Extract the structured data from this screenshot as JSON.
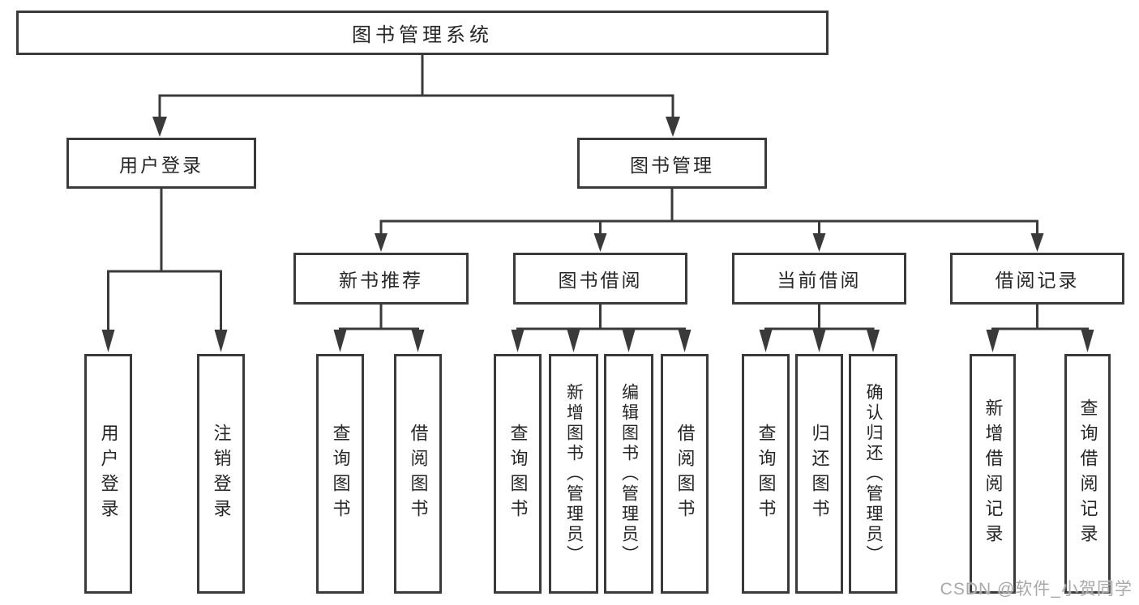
{
  "tree": {
    "label": "图书管理系统",
    "children": [
      {
        "label": "用户登录",
        "children": [
          {
            "label": "用户登录"
          },
          {
            "label": "注销登录"
          }
        ]
      },
      {
        "label": "图书管理",
        "children": [
          {
            "label": "新书推荐",
            "children": [
              {
                "label": "查询图书"
              },
              {
                "label": "借阅图书"
              }
            ]
          },
          {
            "label": "图书借阅",
            "children": [
              {
                "label": "查询图书"
              },
              {
                "label": "新增图书（管理员）"
              },
              {
                "label": "编辑图书（管理员）"
              },
              {
                "label": "借阅图书"
              }
            ]
          },
          {
            "label": "当前借阅",
            "children": [
              {
                "label": "查询图书"
              },
              {
                "label": "归还图书"
              },
              {
                "label": "确认归还（管理员）"
              }
            ]
          },
          {
            "label": "借阅记录",
            "children": [
              {
                "label": "新增借阅记录"
              },
              {
                "label": "查询借阅记录"
              }
            ]
          }
        ]
      }
    ]
  },
  "watermark": {
    "text": "CSDN @软件_小贺同学"
  },
  "colors": {
    "line": "#3a3a3a",
    "box_border": "#3a3a3a",
    "text": "#262626",
    "watermark": "#a9a9a9",
    "background": "#ffffff"
  }
}
